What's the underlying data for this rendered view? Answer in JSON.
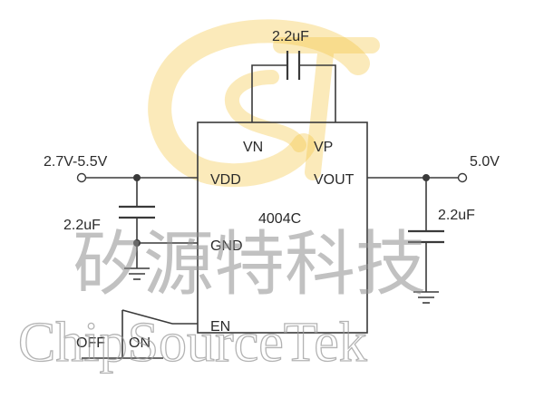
{
  "chip": {
    "part": "4004C"
  },
  "pins": {
    "vn": "VN",
    "vp": "VP",
    "vdd": "VDD",
    "vout": "VOUT",
    "gnd": "GND",
    "en": "EN"
  },
  "input": {
    "range": "2.7V-5.5V"
  },
  "output": {
    "voltage": "5.0V"
  },
  "caps": {
    "flying": "2.2uF",
    "input": "2.2uF",
    "output": "2.2uF"
  },
  "switch": {
    "off": "OFF",
    "on": "ON"
  },
  "watermark": {
    "chinese": "矽源特科技",
    "english": "ChipSourceTek",
    "logo_text": "CST"
  },
  "colors": {
    "logo": "#f3c23a",
    "wire": "#3a3a3a"
  }
}
